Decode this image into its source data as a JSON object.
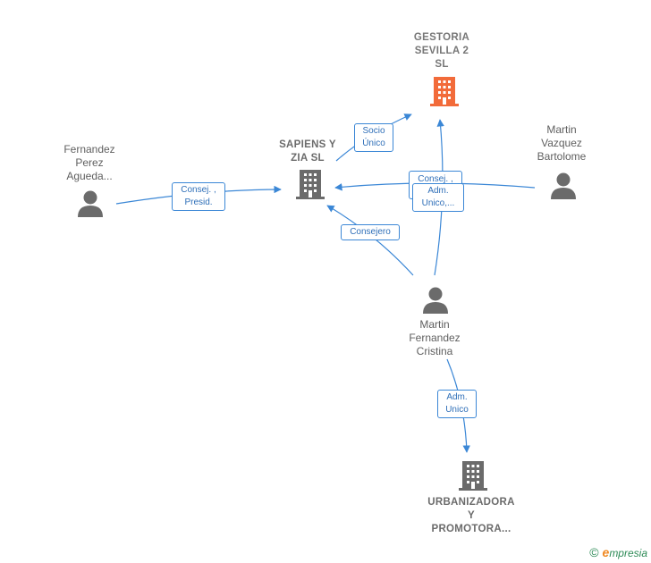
{
  "nodes": {
    "gestoria": {
      "label": "GESTORIA\nSEVILLA 2\nSL",
      "type": "company",
      "color": "#f26b3a"
    },
    "sapiens": {
      "label": "SAPIENS Y\nZIA SL",
      "type": "company",
      "color": "#6b6b6b"
    },
    "urbanizadora": {
      "label": "URBANIZADORA\nY\nPROMOTORA...",
      "type": "company",
      "color": "#6b6b6b"
    },
    "fernandez_perez": {
      "label": "Fernandez\nPerez\nAgueda...",
      "type": "person",
      "color": "#6b6b6b"
    },
    "martin_vazquez": {
      "label": "Martin\nVazquez\nBartolome",
      "type": "person",
      "color": "#6b6b6b"
    },
    "martin_fernandez": {
      "label": "Martin\nFernandez\nCristina",
      "type": "person",
      "color": "#6b6b6b"
    }
  },
  "edges": {
    "socio_unico": "Socio\nÚnico",
    "consej_presid": "Consej. ,\nPresid.",
    "consej_back": "Consej. ,",
    "adm_unico_front": "Adm.\nUnico,...",
    "consejero": "Consejero",
    "adm_unico_bottom": "Adm.\nUnico"
  },
  "footer": {
    "copyright": "©",
    "brand_first": "e",
    "brand_rest": "mpresia"
  },
  "colors": {
    "edge": "#3b87d6",
    "company_main": "#f26b3a",
    "company": "#6b6b6b",
    "person": "#6b6b6b"
  }
}
